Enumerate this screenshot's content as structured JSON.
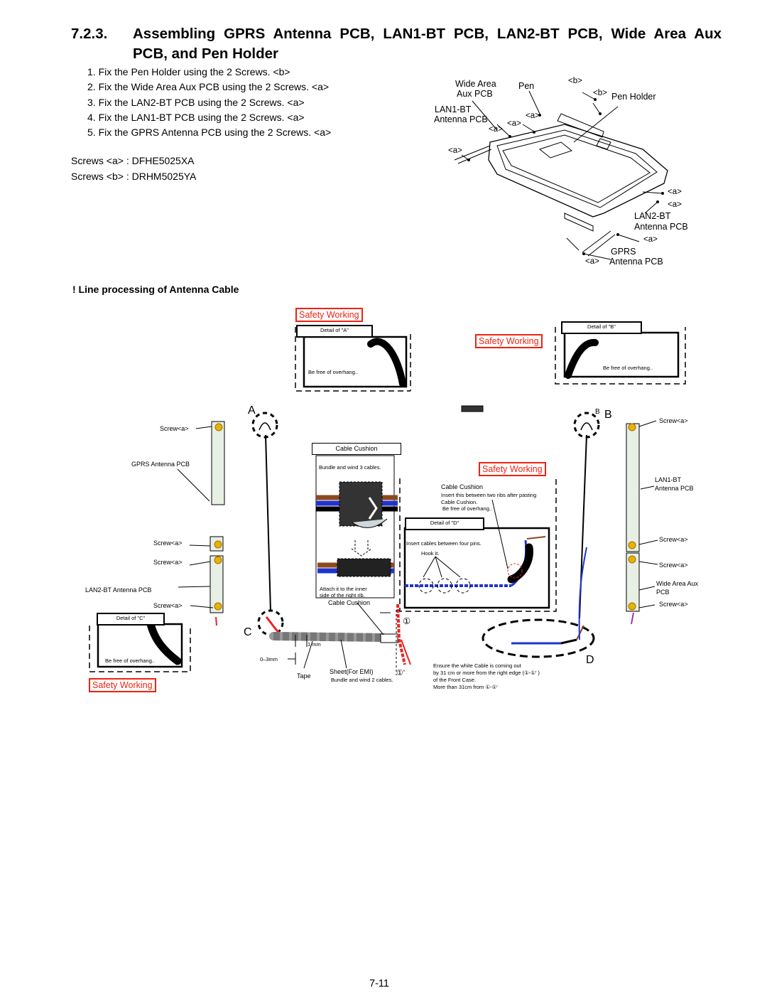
{
  "heading": {
    "number": "7.2.3.",
    "line1": "Assembling GPRS Antenna PCB, LAN1-BT PCB, LAN2-BT PCB, Wide Area Aux",
    "line2": "PCB, and Pen Holder"
  },
  "steps": [
    "1. Fix the Pen Holder using the 2 Screws. <b>",
    "2. Fix the Wide Area Aux PCB using the 2 Screws. <a>",
    "3. Fix the LAN2-BT PCB using the 2 Screws. <a>",
    "4. Fix the LAN1-BT PCB using the 2 Screws. <a>",
    "5. Fix the GPRS Antenna PCB using the 2 Screws. <a>"
  ],
  "screws": [
    "Screws <a> : DFHE5025XA",
    "Screws <b> : DRHM5025YA"
  ],
  "top_diagram": {
    "wide_area": "Wide Area",
    "aux_pcb": "Aux PCB",
    "pen": "Pen",
    "b1": "<b>",
    "b2": "<b>",
    "pen_holder": "Pen Holder",
    "lan1": "LAN1-BT",
    "antenna_pcb_1": "Antenna PCB",
    "a1": "<a>",
    "a2": "<a>",
    "a3": "<a>",
    "a4": "<a>",
    "a5": "<a>",
    "a6": "<a>",
    "lan2": "LAN2-BT",
    "antenna_pcb_2": "Antenna PCB",
    "a7": "<a>",
    "gprs": "GPRS",
    "a8": "<a>",
    "antenna_pcb_3": "Antenna PCB"
  },
  "section_title": "!  Line processing of Antenna Cable",
  "lower_diagram": {
    "safety_working": "Safety Working",
    "detail_a": "Detail of \"A\"",
    "detail_b": "Detail of \"B\"",
    "detail_c": "Detail of \"C\"",
    "detail_d": "Detail of \"D\"",
    "be_free": "Be free of overhang..",
    "be_free_d": "Be free of overhang..",
    "label_a": "A",
    "label_b_small": "B",
    "label_b": "B",
    "label_c": "C",
    "label_d": "D",
    "screw_a": "Screw<a>",
    "gprs_antenna_pcb": "GPRS Antenna PCB",
    "lan2_bt_pcb": "LAN2-BT Antenna PCB",
    "lan1_bt": "LAN1-BT",
    "lan1_antenna_pcb": "Antenna PCB",
    "wide_area_aux": "Wide Area Aux",
    "pcb": "PCB",
    "cable_cushion": "Cable Cushion",
    "bundle_3": "Bundle and wind 3 cables.",
    "insert_ribs": "Insert this between two ribs after pasting",
    "cable_cushion_dot": "Cable Cushion.",
    "insert_pins": "Insert cables between four pins.",
    "hook_it": "Hook it.",
    "attach_inner": "Attach it to the inner",
    "side_right_rib": "side of the right rib.",
    "one_mm": "1 mm",
    "zero_three_mm": "0–3mm",
    "tape": "Tape",
    "sheet_emi": "Sheet(For EMI)",
    "bundle_2": "Bundle and wind 2 cables.",
    "circle_1": "①",
    "circle_1p": "①'",
    "ensure_white": "Ensure the white Cable is coming out",
    "by_31cm": "by 31 cm or more from the right edge (①-①' )",
    "of_front_case": "of the Front Case.",
    "more_than": "More than 31cm from  ①-①'"
  },
  "page_number": "7-11"
}
